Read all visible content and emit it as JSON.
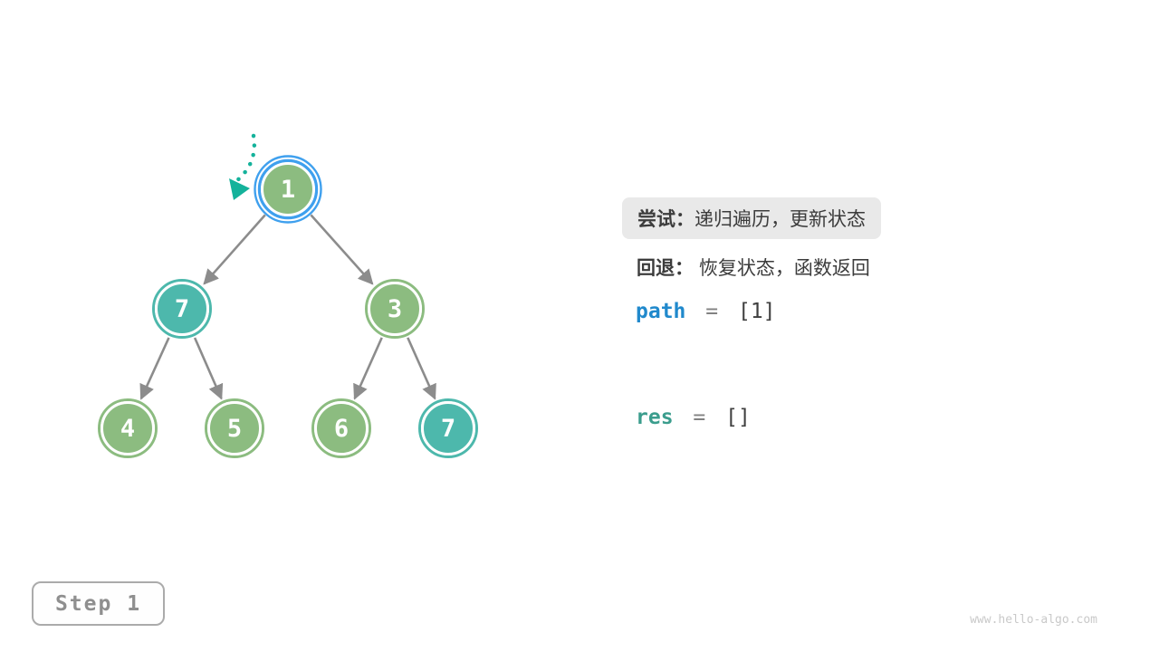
{
  "tree": {
    "nodes": [
      {
        "value": "1",
        "color": "green",
        "highlighted": true
      },
      {
        "value": "7",
        "color": "teal"
      },
      {
        "value": "3",
        "color": "green"
      },
      {
        "value": "4",
        "color": "green"
      },
      {
        "value": "5",
        "color": "green"
      },
      {
        "value": "6",
        "color": "green"
      },
      {
        "value": "7",
        "color": "teal"
      }
    ]
  },
  "panel": {
    "try": {
      "label": "尝试：",
      "text": "递归遍历，更新状态"
    },
    "back": {
      "label": "回退：",
      "text": "恢复状态，函数返回"
    },
    "path": {
      "name": "path",
      "eq": "=",
      "value": "[1]"
    },
    "res": {
      "name": "res",
      "eq": "=",
      "value": "[]"
    }
  },
  "step": {
    "label": "Step 1"
  },
  "watermark": "www.hello-algo.com",
  "colors": {
    "node_green": "#8cbc80",
    "node_teal": "#4db8ac",
    "highlight_blue": "#3fa0ee",
    "edge_gray": "#8c8c8c",
    "arrow_teal": "#14b29b",
    "path_blue": "#2089cc",
    "res_teal": "#3b9d8d",
    "try_box_bg": "#e9e9e9"
  }
}
